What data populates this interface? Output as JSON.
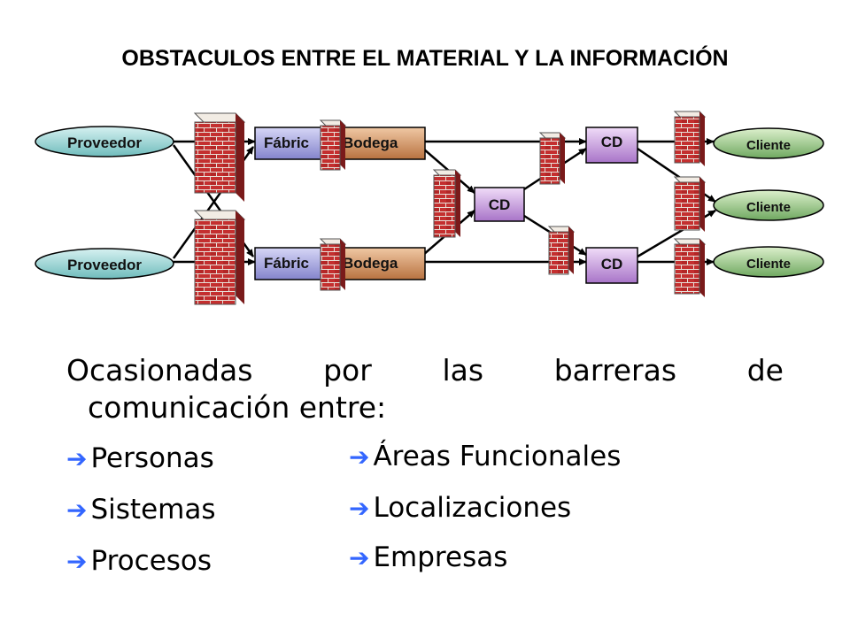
{
  "title": "OBSTACULOS ENTRE EL MATERIAL Y LA INFORMACIÓN",
  "diagram": {
    "proveedor_label": "Proveedor",
    "fabrica_label": "Fábric",
    "bodega_label": "Bodega",
    "cd_label": "CD",
    "cliente_label": "Cliente",
    "colors": {
      "proveedor": "#8fd3d3",
      "fabrica": "#a9a9e6",
      "bodega": "#d99a66",
      "cd": "#d2a8e6",
      "cliente": "#99cc88",
      "brick": "#c42f2f",
      "mortar": "#e8e0d8"
    }
  },
  "paragraph": {
    "words_line1": [
      "Ocasionadas",
      "por",
      "las",
      "barreras",
      "de"
    ],
    "line2": "comunicación entre:"
  },
  "bullets_left": [
    "Personas",
    "Sistemas",
    "Procesos"
  ],
  "bullets_right": [
    "Áreas Funcionales",
    "Localizaciones",
    "Empresas"
  ],
  "bullet_icon": "right-arrow-icon"
}
